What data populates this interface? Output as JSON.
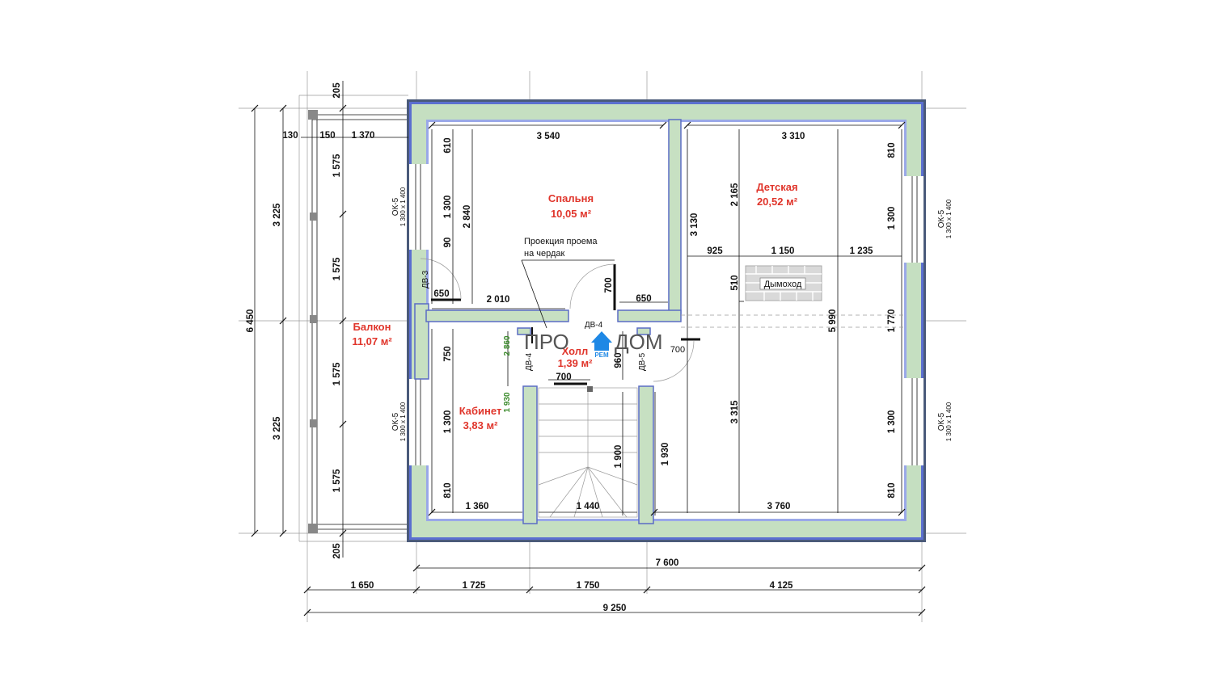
{
  "rooms": {
    "bedroom": {
      "name": "Спальня",
      "area": "10,05 м²"
    },
    "kids": {
      "name": "Детская",
      "area": "20,52 м²"
    },
    "balcony": {
      "name": "Балкон",
      "area": "11,07 м²"
    },
    "hall": {
      "name": "Холл",
      "area": "1,39 м²"
    },
    "study": {
      "name": "Кабинет",
      "area": "3,83 м²"
    }
  },
  "chimney": "Дымоход",
  "note": {
    "line1": "Проекция проема",
    "line2": "на чердак"
  },
  "doors": {
    "dv3": "ДВ-3",
    "dv4a": "ДВ-4",
    "dv4b": "ДВ-4",
    "dv5": "ДВ-5"
  },
  "windows": {
    "code": "ОК-5",
    "size": "1 300 х 1 400"
  },
  "logo": {
    "left": "ПРО",
    "right": "ДОМ",
    "sub": "РЕМ"
  },
  "dims": {
    "bottom_overall": "9 250",
    "bottom_building": "7 600",
    "bottom_segments": [
      "1 650",
      "1 725",
      "1 750",
      "4 125"
    ],
    "left_total": "6 450",
    "left_halves": [
      "3 225",
      "3 225"
    ],
    "balcony_segments": [
      "1 575",
      "1 575",
      "1 575",
      "1 575"
    ],
    "balcony_top": [
      "130",
      "150",
      "1 370"
    ],
    "rail_205": "205",
    "bedroom_w": "3 540",
    "bedroom_610": "610",
    "bedroom_1300": "1 300",
    "bedroom_90": "90",
    "bedroom_2840": "2 840",
    "bedroom_650": "650",
    "bedroom_2010": "2 010",
    "bedroom_700": "700",
    "bedroom_650b": "650",
    "kids_w": "3 310",
    "kids_810a": "810",
    "kids_1300a": "1 300",
    "kids_2165": "2 165",
    "kids_3130": "3 130",
    "kids_925": "925",
    "kids_1150": "1 150",
    "kids_1235": "1 235",
    "kids_510": "510",
    "kids_5990": "5 990",
    "kids_1770": "1 770",
    "kids_3315": "3 315",
    "kids_1300b": "1 300",
    "kids_810b": "810",
    "kids_3760": "3 760",
    "study_750": "750",
    "study_1300": "1 300",
    "study_810": "810",
    "study_1360": "1 360",
    "hall_2860": "2 860",
    "hall_1930g": "1 930",
    "hall_700": "700",
    "hall_960": "960",
    "hall_700b": "700",
    "stair_1440": "1 440",
    "stair_1900": "1 900",
    "stair_1930": "1 930"
  }
}
